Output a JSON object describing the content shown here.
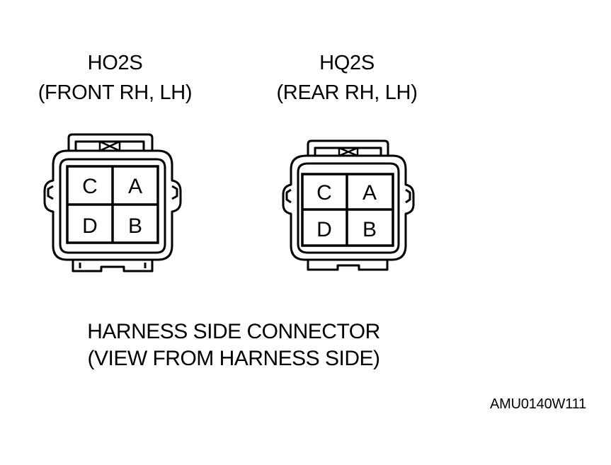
{
  "connectors": [
    {
      "id": "left",
      "title": "HO2S",
      "subtitle": "(FRONT RH, LH)",
      "pins": [
        {
          "label": "C"
        },
        {
          "label": "A"
        },
        {
          "label": "D"
        },
        {
          "label": "B"
        }
      ]
    },
    {
      "id": "right",
      "title": "HQ2S",
      "subtitle": "(REAR RH, LH)",
      "pins": [
        {
          "label": "C"
        },
        {
          "label": "A"
        },
        {
          "label": "D"
        },
        {
          "label": "B"
        }
      ]
    }
  ],
  "caption": {
    "line1": "HARNESS SIDE CONNECTOR",
    "line2": "(VIEW FROM HARNESS SIDE)"
  },
  "figure_code": "AMU0140W111"
}
